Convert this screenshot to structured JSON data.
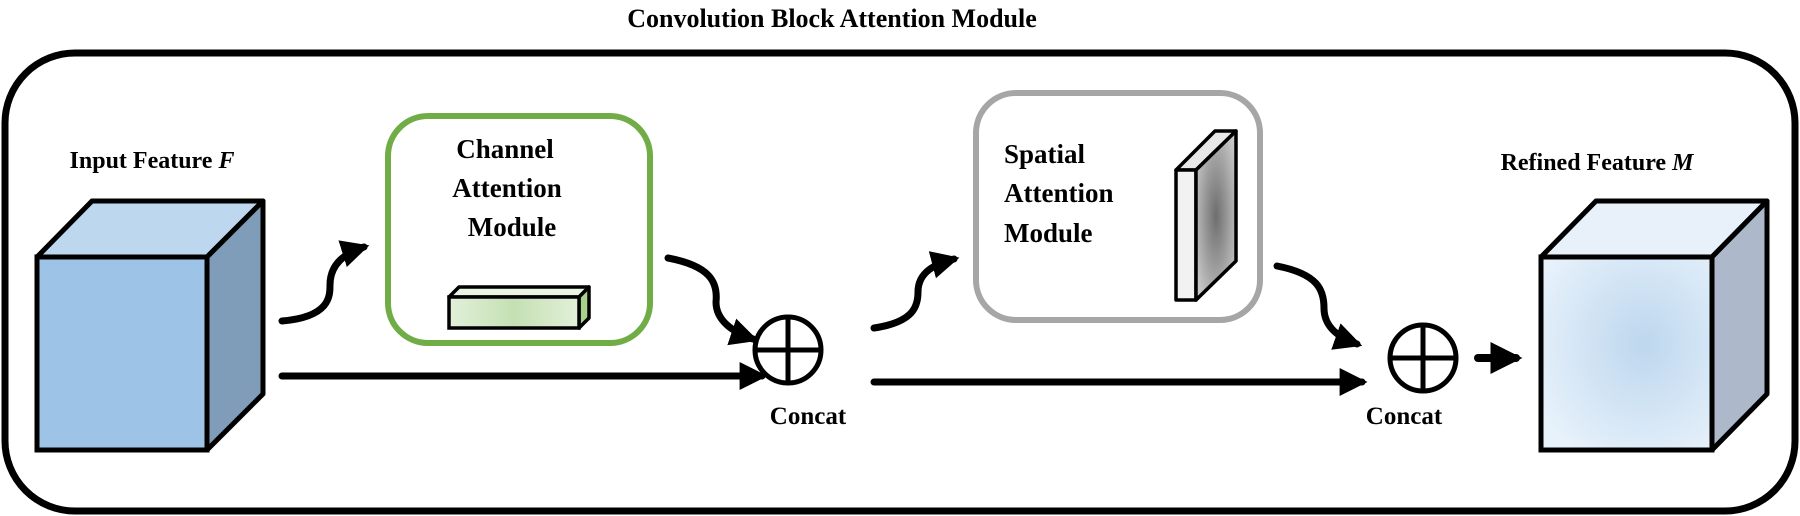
{
  "title": "Convolution Block Attention Module",
  "input": {
    "label": "Input Feature",
    "symbol": "F",
    "color_front": "#9DC3E6",
    "color_top": "#BDD7EE",
    "color_side": "#7F9DB9"
  },
  "channel_module": {
    "line1": "Channel",
    "line2": "Attention",
    "line3": "Module",
    "border_color": "#70AD47"
  },
  "spatial_module": {
    "line1": "Spatial",
    "line2": "Attention",
    "line3": "Module",
    "border_color": "#A6A6A6"
  },
  "concat_1": {
    "label": "Concat"
  },
  "concat_2": {
    "label": "Concat"
  },
  "output": {
    "label": "Refined Feature",
    "symbol": "M",
    "color_front": "#DDEBF7",
    "color_top": "#E8F1FA",
    "color_side": "#ADB9CA"
  }
}
